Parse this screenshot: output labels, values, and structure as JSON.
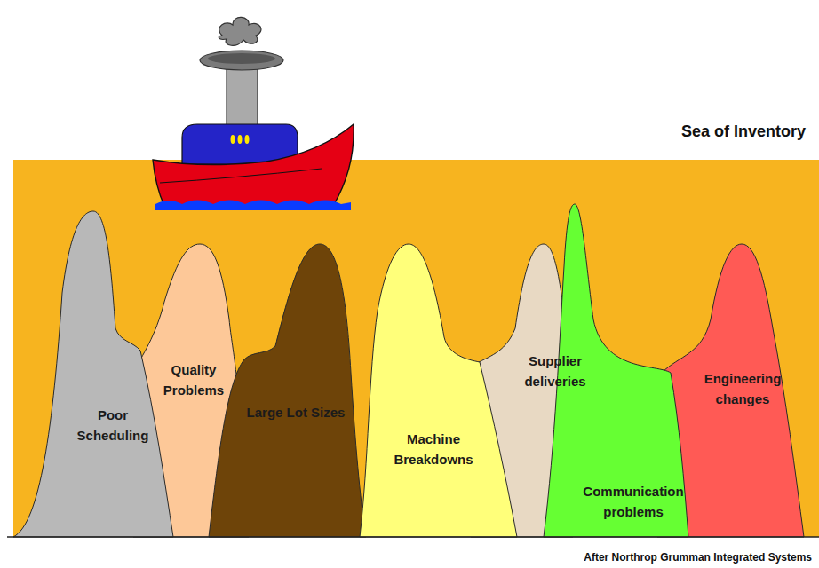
{
  "diagram": {
    "title": "Sea of Inventory",
    "caption": "After Northrop Grumman Integrated Systems",
    "nodes": [
      {
        "text": [
          "Poor Scheduling"
        ]
      },
      {
        "text": [
          "Quality Problems"
        ]
      },
      {
        "text": [
          "Large Lot Sizes"
        ]
      },
      {
        "text": [
          "Machine Breakdowns"
        ]
      },
      {
        "text": [
          "Supplier deliveries"
        ]
      },
      {
        "text": [
          "Communication problems"
        ]
      },
      {
        "text": [
          "Engineering changes"
        ]
      }
    ]
  }
}
